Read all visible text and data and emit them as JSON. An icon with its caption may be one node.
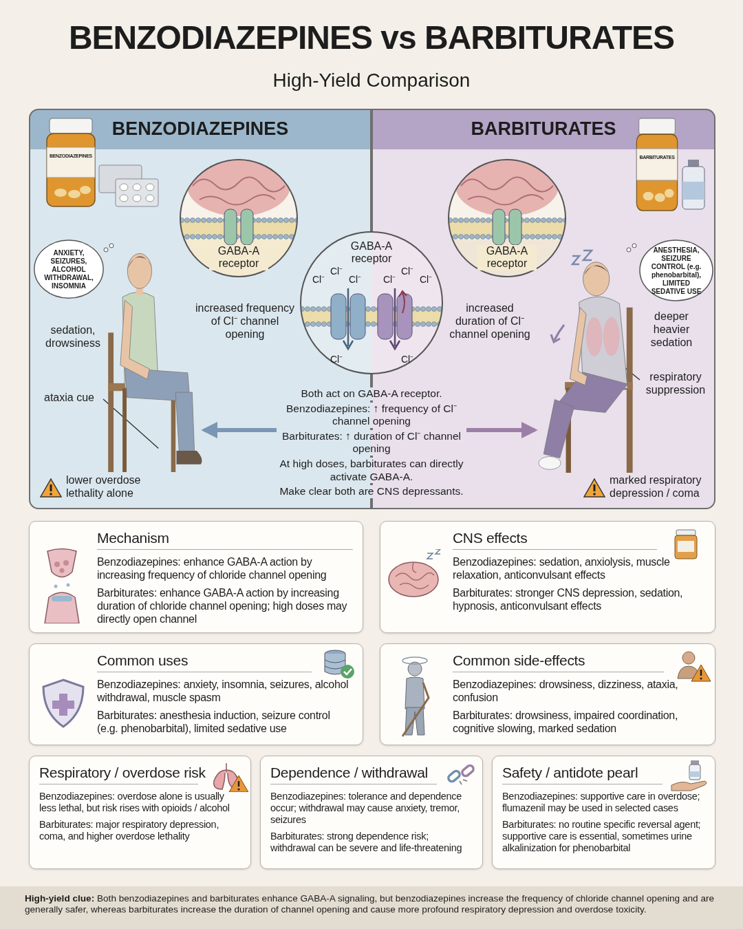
{
  "diagram": {
    "title": "BENZODIAZEPINES vs BARBITURATES",
    "nodes": [
      {
        "text": [
          "BENZODIAZEPINES"
        ]
      },
      {
        "text": [
          "BENZODIAZEPINES"
        ],
        "in": 0
      },
      {
        "text": [
          "ANXIETY, SEIZURES, ALCOHOL WITHDRAWAL, INSOMNIA"
        ],
        "in": 0
      },
      {
        "text": [
          "GABA-A receptor"
        ],
        "in": 0
      },
      {
        "text": [],
        "shape": "person",
        "in": 0
      },
      {
        "text": [
          "ataxia cue"
        ],
        "in": 0
      },
      {
        "text": [
          "BARBITURATES"
        ]
      },
      {
        "text": [
          "BARBITURATES"
        ],
        "in": 6
      },
      {
        "text": [
          "ANESTHESIA, SEIZURE CONTROL (e.g. phenobarbital), LIMITED SEDATIVE USE"
        ],
        "in": 6
      },
      {
        "text": [
          "GABA-A receptor"
        ],
        "in": 6
      },
      {
        "text": [],
        "shape": "person",
        "in": 6
      },
      {
        "text": [
          "respiratory suppression"
        ],
        "in": 6
      },
      {
        "text": [
          "GABA-A receptor"
        ]
      },
      {
        "text": [
          "Both act on GABA-A receptor.",
          "Benzodiazepines: ↑ frequency of Cl⁻ channel opening",
          "Barbiturates: ↑ duration of Cl⁻ channel opening",
          "At high doses, barbiturates can directly activate GABA-A.",
          "Make clear both are CNS depressants."
        ]
      },
      {
        "text": [
          "Mechanism",
          "Benzodiazepines: enhance GABA-A action by increasing frequency of chloride channel opening",
          "Barbiturates: enhance GABA-A action by increasing duration of chloride channel opening; high doses may directly open channel"
        ]
      },
      {
        "text": [
          "CNS effects",
          "Benzodiazepines: sedation, anxiolysis, muscle relaxation, anticonvulsant effects",
          "Barbiturates: stronger CNS depression, sedation, hypnosis, anticonvulsant effects"
        ]
      },
      {
        "text": [
          "Common uses",
          "Benzodiazepines: anxiety, insomnia, seizures, alcohol withdrawal, muscle spasm",
          "Barbiturates: anesthesia induction, seizure control (e.g. phenobarbital), limited sedative use"
        ]
      },
      {
        "text": [
          "Common side-effects",
          "Benzodiazepines: drowsiness, dizziness, ataxia, confusion",
          "Barbiturates: drowsiness, impaired coordination, cognitive slowing, marked sedation"
        ]
      },
      {
        "text": [
          "Respiratory / overdose risk",
          "Benzodiazepines: overdose alone is usually less lethal, but risk rises with opioids / alcohol",
          "Barbiturates: major respiratory depression, coma, and higher overdose lethality"
        ]
      },
      {
        "text": [
          "Dependence / withdrawal",
          "Benzodiazepines: tolerance and dependence occur; withdrawal may cause anxiety, tremor, seizures",
          "Barbiturates: strong dependence risk; withdrawal can be severe and life-threatening"
        ]
      },
      {
        "text": [
          "Safety / antidote pearl",
          "Benzodiazepines: supportive care in overdose; flumazenil may be used in selected cases",
          "Barbiturates: no routine specific reversal agent; supportive care is essential, sometimes urine alkalinization for phenobarbital"
        ]
      }
    ],
    "edges": [
      {
        "from": 13,
        "to": 4,
        "arrow": "to",
        "style": "thick",
        "color": "#7b96b4"
      },
      {
        "from": 13,
        "to": 10,
        "arrow": "to",
        "style": "thick",
        "color": "#9c7fa6"
      },
      {
        "from": 5,
        "to": 4,
        "arrow": "none"
      },
      {
        "from": 11,
        "to": 10,
        "arrow": "none"
      }
    ],
    "labels": [
      "High-Yield Comparison",
      "sedation, drowsiness",
      "lower overdose lethality alone",
      "Cl⁻",
      "Cl⁻",
      "Cl⁻",
      "Cl⁻",
      "Cl⁻",
      "Cl⁻",
      "Cl⁻",
      "Cl⁻",
      "deeper heavier sedation",
      "marked respiratory depression / coma",
      "increased frequency of Cl⁻ channel opening",
      "increased duration of Cl⁻ channel opening",
      "**High-yield clue:** Both benzodiazepines and barbiturates enhance GABA-A signaling, but benzodiazepines increase the frequency of chloride channel opening and are generally safer, whereas barbiturates increase the duration of channel opening and cause more profound respiratory depression and overdose toxicity."
    ]
  }
}
